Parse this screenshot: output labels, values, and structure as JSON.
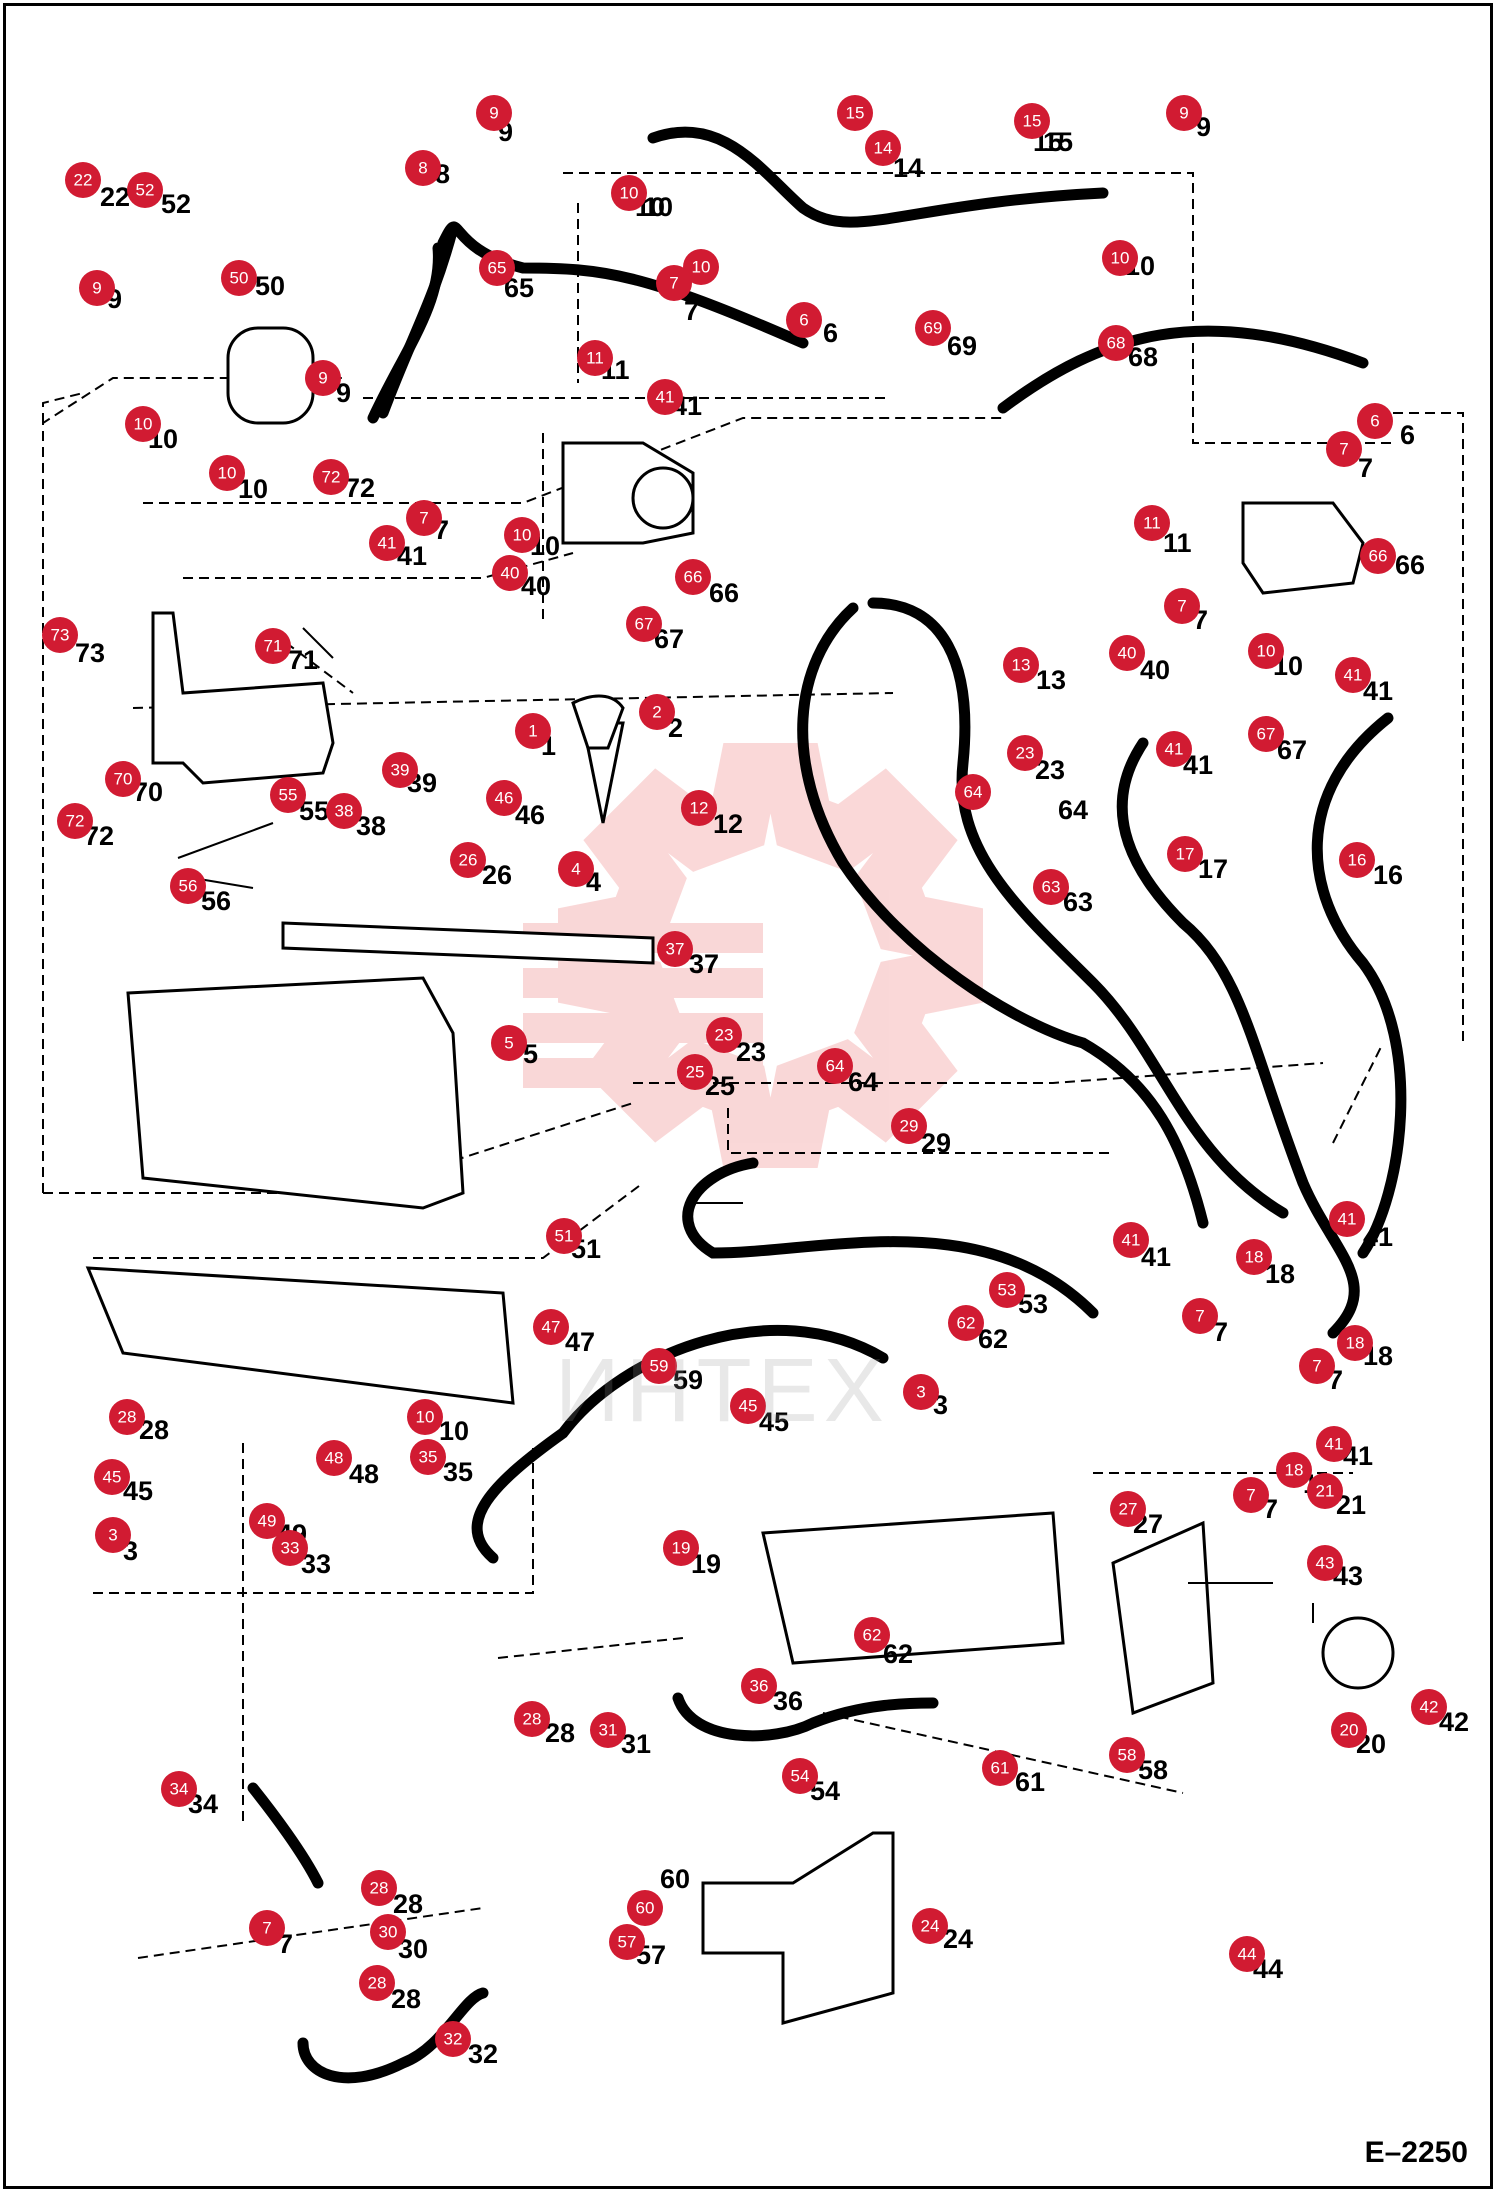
{
  "diagram": {
    "code": "E–2250",
    "watermark": "ИНТЕХ",
    "colors": {
      "callout": "#d11b32",
      "line": "#000000",
      "watermark": "#f3b0b0"
    }
  },
  "callouts": [
    {
      "num": "9"
    },
    {
      "num": "8"
    },
    {
      "num": "10"
    },
    {
      "num": "15"
    },
    {
      "num": "14"
    },
    {
      "num": "15"
    },
    {
      "num": "9"
    },
    {
      "num": "22"
    },
    {
      "num": "52"
    },
    {
      "num": "9"
    },
    {
      "num": "50"
    },
    {
      "num": "65"
    },
    {
      "num": "10"
    },
    {
      "num": "7"
    },
    {
      "num": "10"
    },
    {
      "num": "6"
    },
    {
      "num": "69"
    },
    {
      "num": "68"
    },
    {
      "num": "9"
    },
    {
      "num": "10"
    },
    {
      "num": "11"
    },
    {
      "num": "41"
    },
    {
      "num": "10"
    },
    {
      "num": "72"
    },
    {
      "num": "6"
    },
    {
      "num": "7"
    },
    {
      "num": "7"
    },
    {
      "num": "10"
    },
    {
      "num": "41"
    },
    {
      "num": "11"
    },
    {
      "num": "66"
    },
    {
      "num": "40"
    },
    {
      "num": "66"
    },
    {
      "num": "67"
    },
    {
      "num": "7"
    },
    {
      "num": "73"
    },
    {
      "num": "71"
    },
    {
      "num": "13"
    },
    {
      "num": "40"
    },
    {
      "num": "10"
    },
    {
      "num": "41"
    },
    {
      "num": "2"
    },
    {
      "num": "1"
    },
    {
      "num": "67"
    },
    {
      "num": "41"
    },
    {
      "num": "39"
    },
    {
      "num": "23"
    },
    {
      "num": "70"
    },
    {
      "num": "55"
    },
    {
      "num": "38"
    },
    {
      "num": "46"
    },
    {
      "num": "12"
    },
    {
      "num": "64"
    },
    {
      "num": "72"
    },
    {
      "num": "56"
    },
    {
      "num": "26"
    },
    {
      "num": "4"
    },
    {
      "num": "63"
    },
    {
      "num": "17"
    },
    {
      "num": "16"
    },
    {
      "num": "37"
    },
    {
      "num": "5"
    },
    {
      "num": "23"
    },
    {
      "num": "25"
    },
    {
      "num": "64"
    },
    {
      "num": "29"
    },
    {
      "num": "51"
    },
    {
      "num": "41"
    },
    {
      "num": "18"
    },
    {
      "num": "41"
    },
    {
      "num": "53"
    },
    {
      "num": "7"
    },
    {
      "num": "47"
    },
    {
      "num": "62"
    },
    {
      "num": "18"
    },
    {
      "num": "59"
    },
    {
      "num": "3"
    },
    {
      "num": "7"
    },
    {
      "num": "28"
    },
    {
      "num": "45"
    },
    {
      "num": "10"
    },
    {
      "num": "41"
    },
    {
      "num": "48"
    },
    {
      "num": "35"
    },
    {
      "num": "18"
    },
    {
      "num": "45"
    },
    {
      "num": "21"
    },
    {
      "num": "49"
    },
    {
      "num": "7"
    },
    {
      "num": "27"
    },
    {
      "num": "3"
    },
    {
      "num": "33"
    },
    {
      "num": "19"
    },
    {
      "num": "43"
    },
    {
      "num": "62"
    },
    {
      "num": "36"
    },
    {
      "num": "28"
    },
    {
      "num": "31"
    },
    {
      "num": "20"
    },
    {
      "num": "42"
    },
    {
      "num": "58"
    },
    {
      "num": "54"
    },
    {
      "num": "61"
    },
    {
      "num": "34"
    },
    {
      "num": "60"
    },
    {
      "num": "7"
    },
    {
      "num": "28"
    },
    {
      "num": "24"
    },
    {
      "num": "30"
    },
    {
      "num": "57"
    },
    {
      "num": "44"
    },
    {
      "num": "28"
    },
    {
      "num": "32"
    }
  ],
  "part_labels": [
    {
      "num": "9"
    },
    {
      "num": "8"
    },
    {
      "num": "10"
    },
    {
      "num": "15"
    },
    {
      "num": "14"
    },
    {
      "num": "15"
    },
    {
      "num": "9"
    },
    {
      "num": "22"
    },
    {
      "num": "52"
    },
    {
      "num": "9"
    },
    {
      "num": "50"
    },
    {
      "num": "65"
    },
    {
      "num": "10"
    },
    {
      "num": "7"
    },
    {
      "num": "10"
    },
    {
      "num": "6"
    },
    {
      "num": "69"
    },
    {
      "num": "68"
    },
    {
      "num": "9"
    },
    {
      "num": "10"
    },
    {
      "num": "11"
    },
    {
      "num": "41"
    },
    {
      "num": "10"
    },
    {
      "num": "72"
    },
    {
      "num": "6"
    },
    {
      "num": "7"
    },
    {
      "num": "7"
    },
    {
      "num": "10"
    },
    {
      "num": "41"
    },
    {
      "num": "11"
    },
    {
      "num": "66"
    },
    {
      "num": "40"
    },
    {
      "num": "66"
    },
    {
      "num": "67"
    },
    {
      "num": "7"
    },
    {
      "num": "73"
    },
    {
      "num": "71"
    },
    {
      "num": "13"
    },
    {
      "num": "40"
    },
    {
      "num": "10"
    },
    {
      "num": "41"
    },
    {
      "num": "2"
    },
    {
      "num": "1"
    },
    {
      "num": "67"
    },
    {
      "num": "41"
    },
    {
      "num": "39"
    },
    {
      "num": "23"
    },
    {
      "num": "70"
    },
    {
      "num": "55"
    },
    {
      "num": "38"
    },
    {
      "num": "46"
    },
    {
      "num": "12"
    },
    {
      "num": "64"
    },
    {
      "num": "72"
    },
    {
      "num": "56"
    },
    {
      "num": "26"
    },
    {
      "num": "4"
    },
    {
      "num": "63"
    },
    {
      "num": "17"
    },
    {
      "num": "16"
    },
    {
      "num": "37"
    },
    {
      "num": "5"
    },
    {
      "num": "23"
    },
    {
      "num": "25"
    },
    {
      "num": "64"
    },
    {
      "num": "29"
    },
    {
      "num": "51"
    },
    {
      "num": "41"
    },
    {
      "num": "18"
    },
    {
      "num": "41"
    },
    {
      "num": "53"
    },
    {
      "num": "7"
    },
    {
      "num": "47"
    },
    {
      "num": "62"
    },
    {
      "num": "18"
    },
    {
      "num": "59"
    },
    {
      "num": "3"
    },
    {
      "num": "7"
    },
    {
      "num": "28"
    },
    {
      "num": "45"
    },
    {
      "num": "10"
    },
    {
      "num": "41"
    },
    {
      "num": "48"
    },
    {
      "num": "35"
    },
    {
      "num": "18"
    },
    {
      "num": "45"
    },
    {
      "num": "21"
    },
    {
      "num": "49"
    },
    {
      "num": "7"
    },
    {
      "num": "27"
    },
    {
      "num": "3"
    },
    {
      "num": "33"
    },
    {
      "num": "19"
    },
    {
      "num": "43"
    },
    {
      "num": "62"
    },
    {
      "num": "36"
    },
    {
      "num": "28"
    },
    {
      "num": "31"
    },
    {
      "num": "20"
    },
    {
      "num": "42"
    },
    {
      "num": "58"
    },
    {
      "num": "54"
    },
    {
      "num": "61"
    },
    {
      "num": "34"
    },
    {
      "num": "60"
    },
    {
      "num": "7"
    },
    {
      "num": "28"
    },
    {
      "num": "24"
    },
    {
      "num": "30"
    },
    {
      "num": "57"
    },
    {
      "num": "44"
    },
    {
      "num": "28"
    },
    {
      "num": "32"
    }
  ]
}
